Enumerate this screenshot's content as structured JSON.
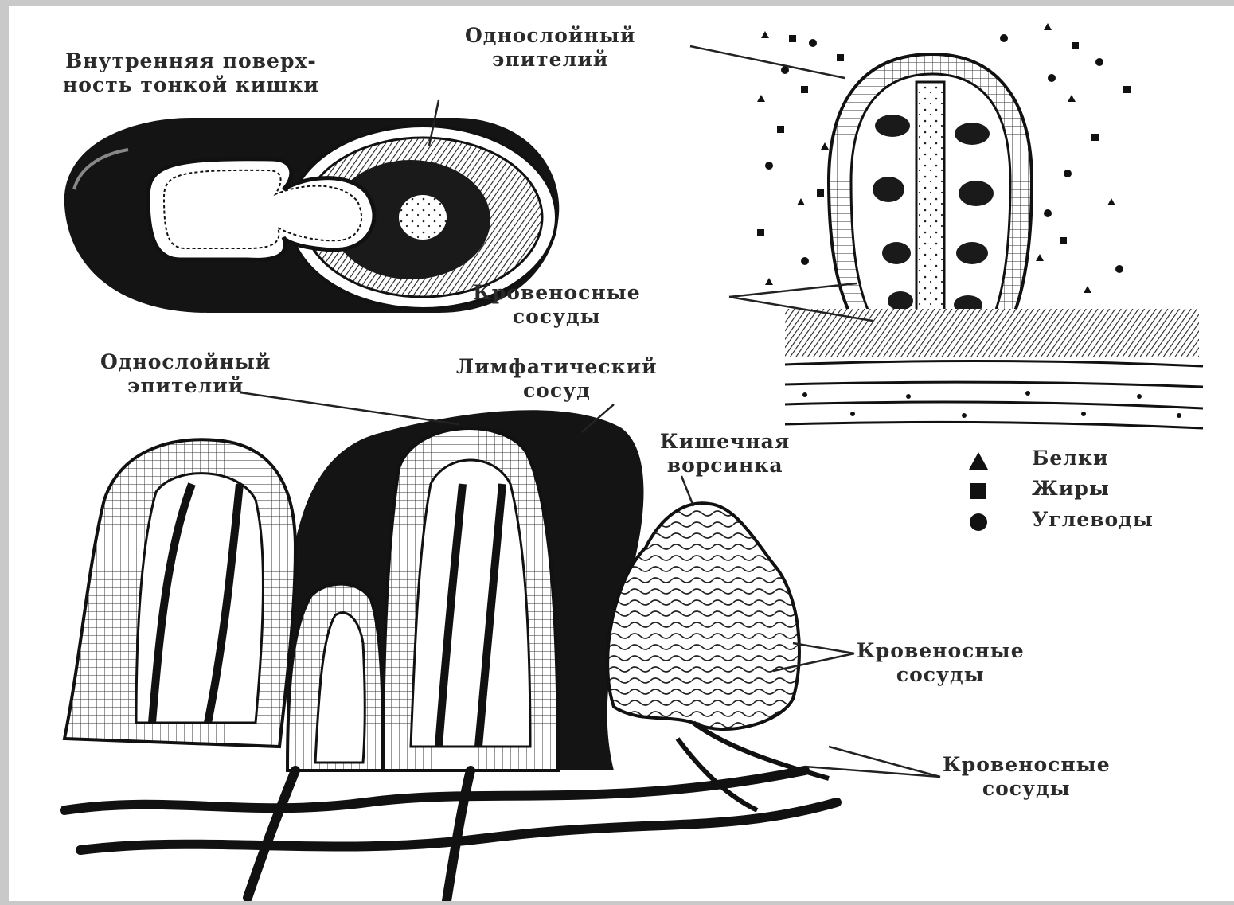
{
  "labels": {
    "inner_surface": "Внутренняя поверх-\nность тонкой кишки",
    "epithelium_top": "Однослойный\nэпителий",
    "blood_vessels_top": "Кровеносные\nсосуды",
    "epithelium_bottom": "Однослойный\nэпителий",
    "lymphatic_vessel": "Лимфатический\nсосуд",
    "villus": "Кишечная\nворсинка",
    "blood_vessels_mid": "Кровеносные\nсосуды",
    "blood_vessels_bottom": "Кровеносные\nсосуды"
  },
  "legend": [
    {
      "symbol": "triangle",
      "label": "Белки"
    },
    {
      "symbol": "square",
      "label": "Жиры"
    },
    {
      "symbol": "circle",
      "label": "Углеводы"
    }
  ],
  "colors": {
    "background": "#c9c9c9",
    "canvas": "#ffffff",
    "ink": "#111111"
  }
}
